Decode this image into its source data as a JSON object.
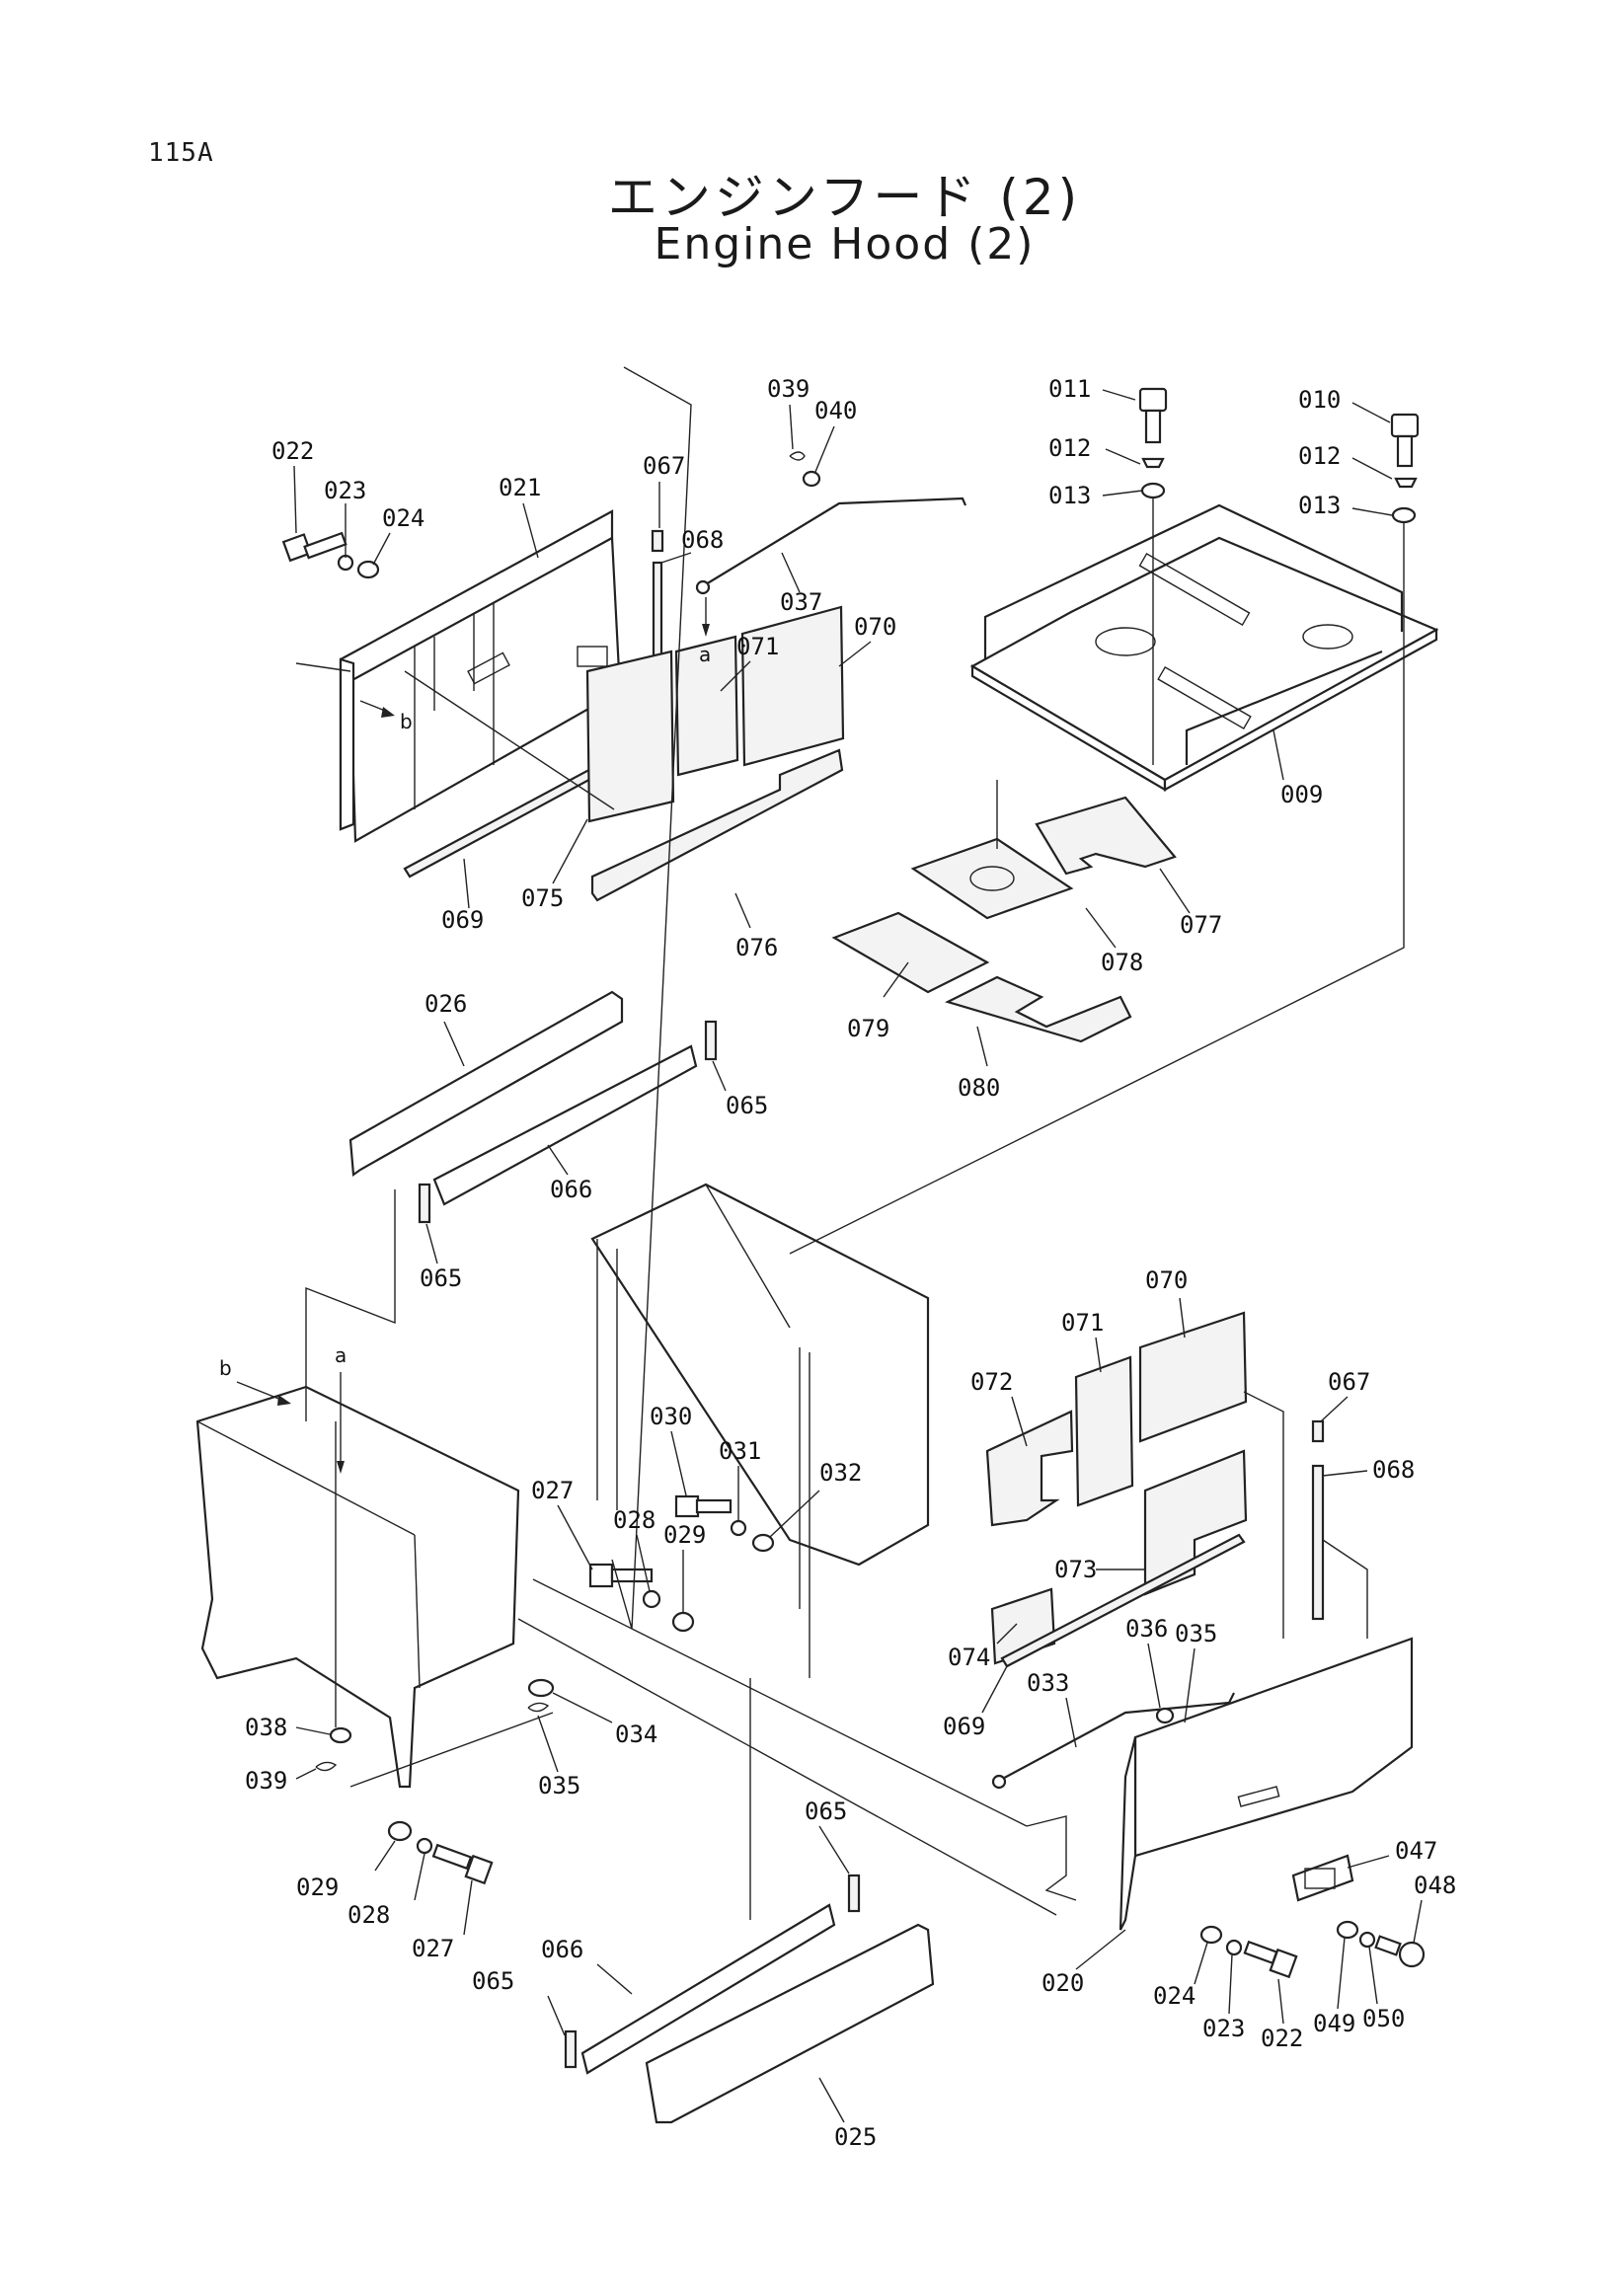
{
  "page_number": "115A",
  "title_jp": "エンジンフード (2)",
  "title_en": "Engine Hood (2)",
  "callouts": [
    {
      "id": "c022a",
      "text": "022"
    },
    {
      "id": "c023a",
      "text": "023"
    },
    {
      "id": "c024a",
      "text": "024"
    },
    {
      "id": "c021",
      "text": "021"
    },
    {
      "id": "c067a",
      "text": "067"
    },
    {
      "id": "c068a",
      "text": "068"
    },
    {
      "id": "c039a",
      "text": "039"
    },
    {
      "id": "c040",
      "text": "040"
    },
    {
      "id": "c037",
      "text": "037"
    },
    {
      "id": "c071a",
      "text": "071"
    },
    {
      "id": "c070a",
      "text": "070"
    },
    {
      "id": "c069a",
      "text": "069"
    },
    {
      "id": "c075",
      "text": "075"
    },
    {
      "id": "c076",
      "text": "076"
    },
    {
      "id": "c011",
      "text": "011"
    },
    {
      "id": "c012a",
      "text": "012"
    },
    {
      "id": "c013a",
      "text": "013"
    },
    {
      "id": "c010",
      "text": "010"
    },
    {
      "id": "c012b",
      "text": "012"
    },
    {
      "id": "c013b",
      "text": "013"
    },
    {
      "id": "c009",
      "text": "009"
    },
    {
      "id": "c077",
      "text": "077"
    },
    {
      "id": "c078",
      "text": "078"
    },
    {
      "id": "c079",
      "text": "079"
    },
    {
      "id": "c080",
      "text": "080"
    },
    {
      "id": "c026",
      "text": "026"
    },
    {
      "id": "c065a",
      "text": "065"
    },
    {
      "id": "c066a",
      "text": "066"
    },
    {
      "id": "c065b",
      "text": "065"
    },
    {
      "id": "c070b",
      "text": "070"
    },
    {
      "id": "c071b",
      "text": "071"
    },
    {
      "id": "c072",
      "text": "072"
    },
    {
      "id": "c067b",
      "text": "067"
    },
    {
      "id": "c068b",
      "text": "068"
    },
    {
      "id": "c073",
      "text": "073"
    },
    {
      "id": "c074",
      "text": "074"
    },
    {
      "id": "c069b",
      "text": "069"
    },
    {
      "id": "c030",
      "text": "030"
    },
    {
      "id": "c031",
      "text": "031"
    },
    {
      "id": "c032",
      "text": "032"
    },
    {
      "id": "c027a",
      "text": "027"
    },
    {
      "id": "c028a",
      "text": "028"
    },
    {
      "id": "c029a",
      "text": "029"
    },
    {
      "id": "c036",
      "text": "036"
    },
    {
      "id": "c035a",
      "text": "035"
    },
    {
      "id": "c033",
      "text": "033"
    },
    {
      "id": "c038",
      "text": "038"
    },
    {
      "id": "c039b",
      "text": "039"
    },
    {
      "id": "c034",
      "text": "034"
    },
    {
      "id": "c035b",
      "text": "035"
    },
    {
      "id": "c029b",
      "text": "029"
    },
    {
      "id": "c028b",
      "text": "028"
    },
    {
      "id": "c027b",
      "text": "027"
    },
    {
      "id": "c065c",
      "text": "065"
    },
    {
      "id": "c066b",
      "text": "066"
    },
    {
      "id": "c065d",
      "text": "065"
    },
    {
      "id": "c025",
      "text": "025"
    },
    {
      "id": "c047",
      "text": "047"
    },
    {
      "id": "c048",
      "text": "048"
    },
    {
      "id": "c020",
      "text": "020"
    },
    {
      "id": "c024b",
      "text": "024"
    },
    {
      "id": "c023b",
      "text": "023"
    },
    {
      "id": "c022b",
      "text": "022"
    },
    {
      "id": "c049",
      "text": "049"
    },
    {
      "id": "c050",
      "text": "050"
    }
  ],
  "reference_letters": [
    {
      "id": "ra1",
      "text": "a"
    },
    {
      "id": "rb1",
      "text": "b"
    },
    {
      "id": "ra2",
      "text": "a"
    },
    {
      "id": "rb2",
      "text": "b"
    }
  ]
}
